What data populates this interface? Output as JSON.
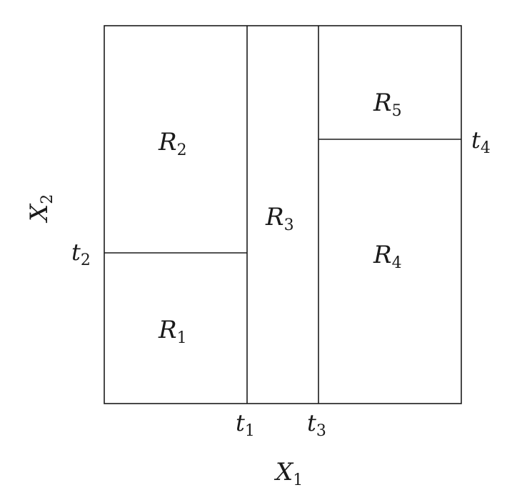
{
  "regions": [
    {
      "name": "R",
      "sub": "1"
    },
    {
      "name": "R",
      "sub": "2"
    },
    {
      "name": "R",
      "sub": "3"
    },
    {
      "name": "R",
      "sub": "4"
    },
    {
      "name": "R",
      "sub": "5"
    }
  ],
  "thresholds": [
    {
      "name": "t",
      "sub": "1"
    },
    {
      "name": "t",
      "sub": "2"
    },
    {
      "name": "t",
      "sub": "3"
    },
    {
      "name": "t",
      "sub": "4"
    }
  ],
  "axes": {
    "x": {
      "name": "X",
      "sub": "1"
    },
    "y": {
      "name": "X",
      "sub": "2"
    }
  }
}
